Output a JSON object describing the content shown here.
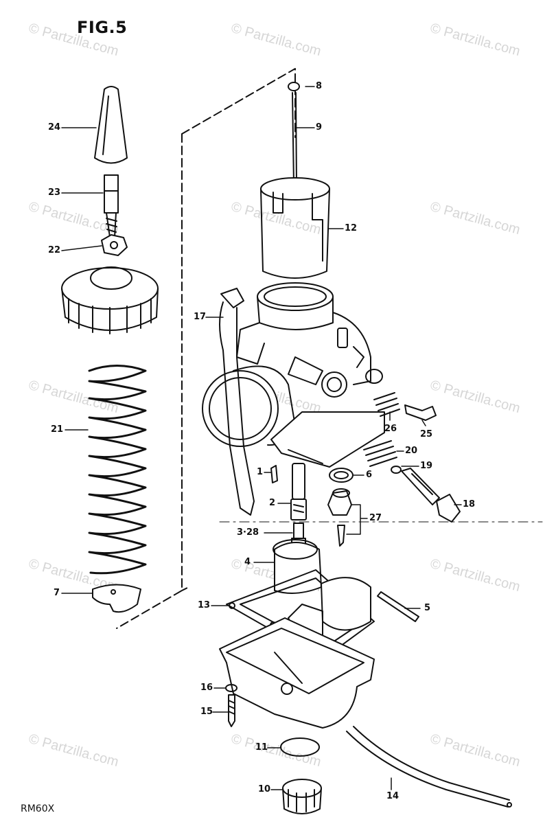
{
  "figure": {
    "title": "FIG.5",
    "model": "RM60X",
    "watermark": "© Partzilla.com"
  },
  "callouts": [
    {
      "id": "8",
      "text": "8"
    },
    {
      "id": "9",
      "text": "9"
    },
    {
      "id": "12",
      "text": "12"
    },
    {
      "id": "17",
      "text": "17"
    },
    {
      "id": "24",
      "text": "24"
    },
    {
      "id": "23",
      "text": "23"
    },
    {
      "id": "22",
      "text": "22"
    },
    {
      "id": "21",
      "text": "21"
    },
    {
      "id": "7",
      "text": "7"
    },
    {
      "id": "26",
      "text": "26"
    },
    {
      "id": "25",
      "text": "25"
    },
    {
      "id": "20",
      "text": "20"
    },
    {
      "id": "19",
      "text": "19"
    },
    {
      "id": "18",
      "text": "18"
    },
    {
      "id": "1",
      "text": "1"
    },
    {
      "id": "6",
      "text": "6"
    },
    {
      "id": "2",
      "text": "2"
    },
    {
      "id": "27",
      "text": "27"
    },
    {
      "id": "3-28",
      "text": "3·28"
    },
    {
      "id": "4",
      "text": "4"
    },
    {
      "id": "13",
      "text": "13"
    },
    {
      "id": "5",
      "text": "5"
    },
    {
      "id": "16",
      "text": "16"
    },
    {
      "id": "15",
      "text": "15"
    },
    {
      "id": "11",
      "text": "11"
    },
    {
      "id": "10",
      "text": "10"
    },
    {
      "id": "14",
      "text": "14"
    }
  ],
  "colors": {
    "ink": "#111111",
    "watermark": "#d6d6d6",
    "background": "#ffffff"
  }
}
